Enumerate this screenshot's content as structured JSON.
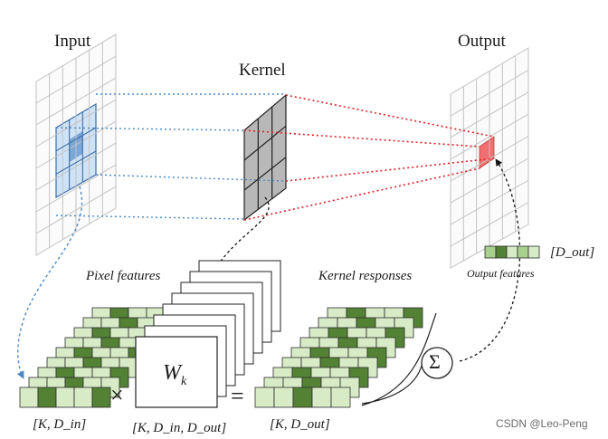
{
  "titles": {
    "input": "Input",
    "kernel": "Kernel",
    "output": "Output"
  },
  "captions": {
    "pixel_features": "Pixel features",
    "kernel_responses": "Kernel responses",
    "output_features": "Output features"
  },
  "math": {
    "weight": "W_k",
    "weight_base": "W",
    "weight_sub": "k",
    "pixel_dims": "[K, D_in]",
    "weight_dims": "[K, D_in, D_out]",
    "response_dims": "[K, D_out]",
    "output_dims": "[D_out]",
    "times": "×",
    "equals": "=",
    "sum": "Σ"
  },
  "watermark": "CSDN @Leo-Peng",
  "colors": {
    "input_highlight": "#cfe3f7",
    "input_center": "#7aa7d6",
    "kernel_fill": "#b8b8b8",
    "output_highlight": "#f26f6f",
    "blue_link": "#4a88c7",
    "red_link": "#e0202a",
    "green_light": "#d7ebc6",
    "green_mid": "#a9d18e",
    "green_dark": "#548235"
  },
  "icons": {
    "sum": "sigma-symbol",
    "times": "multiply-symbol",
    "equals": "equals-symbol"
  }
}
